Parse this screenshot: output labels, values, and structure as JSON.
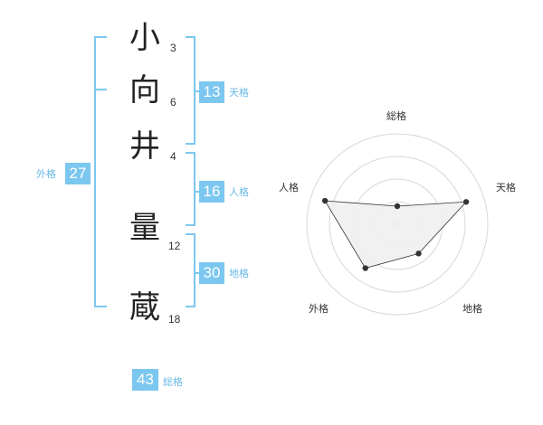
{
  "name": {
    "characters": [
      {
        "char": "小",
        "strokes": "3"
      },
      {
        "char": "向",
        "strokes": "6"
      },
      {
        "char": "井",
        "strokes": "4"
      },
      {
        "char": "量",
        "strokes": "12"
      },
      {
        "char": "蔵",
        "strokes": "18"
      }
    ]
  },
  "kakusu": {
    "tenkaku": {
      "value": "13",
      "label": "天格"
    },
    "jinkaku": {
      "value": "16",
      "label": "人格"
    },
    "chikaku": {
      "value": "30",
      "label": "地格"
    },
    "gaikaku": {
      "value": "27",
      "label": "外格"
    },
    "soukaku": {
      "value": "43",
      "label": "総格"
    }
  },
  "colors": {
    "accent": "#7cc7ef",
    "radar_fill": "#efefef",
    "radar_grid": "#d8d8d8",
    "radar_point": "#333333"
  },
  "chart_data": {
    "type": "radar",
    "axes": [
      "総格",
      "天格",
      "地格",
      "外格",
      "人格"
    ],
    "max": 5,
    "rings": 4,
    "values": [
      1,
      4,
      2,
      3,
      4.2
    ]
  }
}
